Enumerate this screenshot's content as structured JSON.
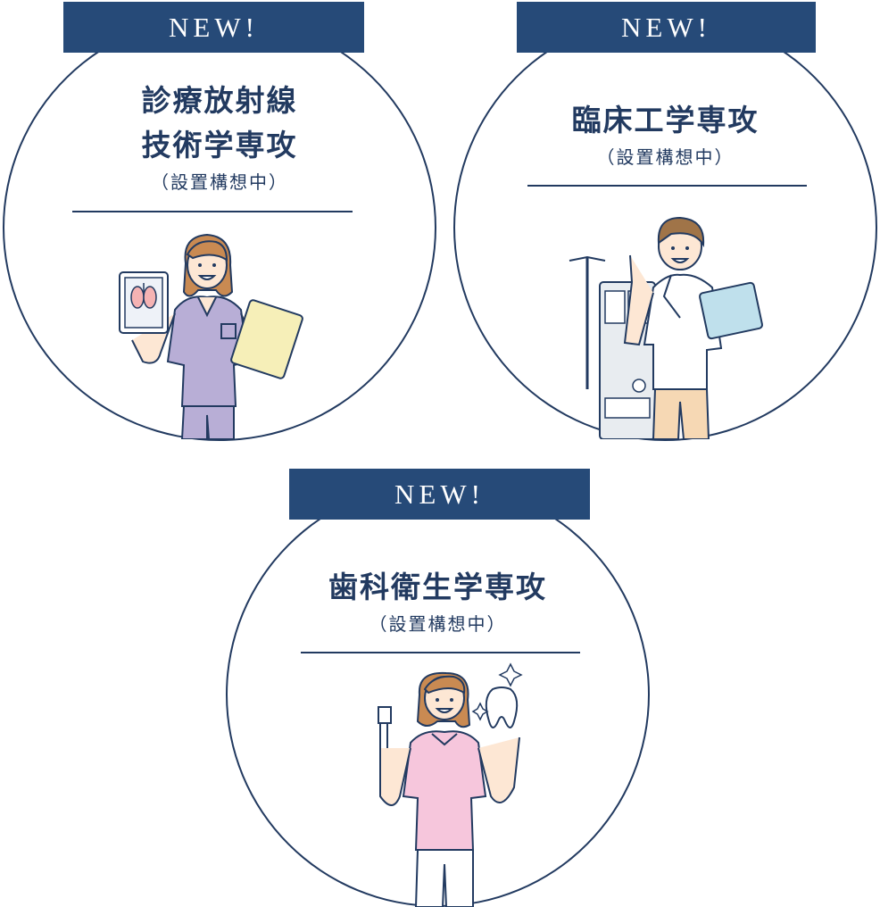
{
  "cards": [
    {
      "badge": "NEW!",
      "title_line1": "診療放射線",
      "title_line2": "技術学専攻",
      "subtitle": "（設置構想中）",
      "colors": {
        "uniform": "#b8aed6",
        "clipboard": "#f6efb8"
      }
    },
    {
      "badge": "NEW!",
      "title_line1": "臨床工学専攻",
      "subtitle": "（設置構想中）",
      "colors": {
        "uniform": "#ffffff",
        "pants": "#f6d8b4",
        "clipboard": "#bfe0ec"
      }
    },
    {
      "badge": "NEW!",
      "title_line1": "歯科衛生学専攻",
      "subtitle": "（設置構想中）",
      "colors": {
        "uniform": "#f6c6dc"
      }
    }
  ],
  "theme": {
    "navy": "#223a60",
    "badge_bg": "#264a78"
  }
}
